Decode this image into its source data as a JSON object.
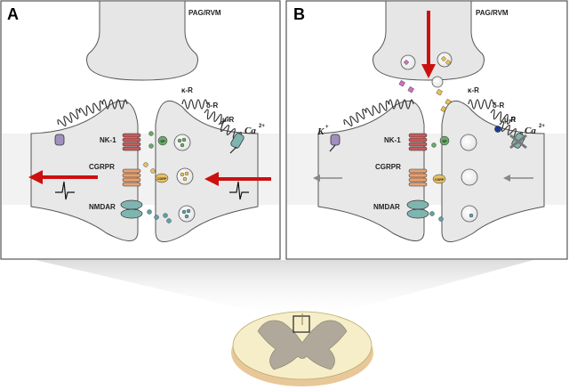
{
  "panels": [
    {
      "letter": "A",
      "top_region": "PAG/RVM",
      "receptors": [
        "NK-1",
        "CGRPR",
        "NMDAR"
      ],
      "opioid_receptors": [
        "κ-R",
        "δ-R",
        "μ-R"
      ],
      "ion": "Ca",
      "ion_charge": "2+",
      "vesicle_label": "CGRP",
      "small_label": "SP"
    },
    {
      "letter": "B",
      "top_region": "PAG/RVM",
      "receptors": [
        "NK-1",
        "CGRPR",
        "NMDAR"
      ],
      "opioid_receptors": [
        "κ-R",
        "δ-R",
        "μ-R"
      ],
      "ion": "Ca",
      "ion_charge": "2+",
      "ion_left": "K",
      "ion_left_charge": "+",
      "vesicle_label": "CGRP",
      "small_label": "SP"
    }
  ],
  "colors": {
    "panel_border": "#555555",
    "cell_fill": "#e8e8e8",
    "cell_stroke": "#555555",
    "arrow_red": "#cc1010",
    "nk1": "#c85a5a",
    "cgrpr": "#e8a070",
    "nmdar": "#7fb5b0",
    "spinal_outer": "#f5eec8",
    "spinal_grey": "#b0a89a"
  }
}
